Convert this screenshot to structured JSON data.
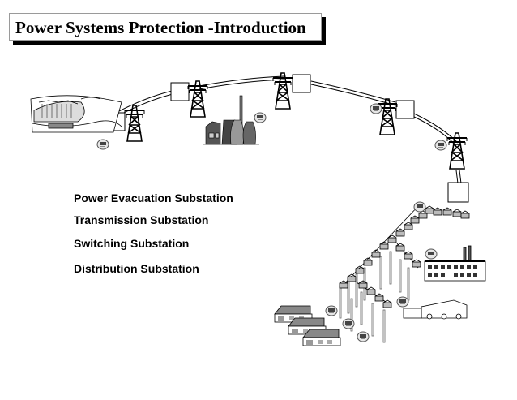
{
  "title": "Power Systems Protection -Introduction",
  "labels": [
    "Power Evacuation Substation",
    "Transmission Substation",
    "Switching Substation",
    "Distribution Substation"
  ],
  "icons": [
    "dam-icon",
    "power-plant-icon",
    "transmission-tower-icon",
    "relay-icon",
    "substation-icon",
    "factory-icon",
    "house-icon",
    "pole-icon"
  ]
}
